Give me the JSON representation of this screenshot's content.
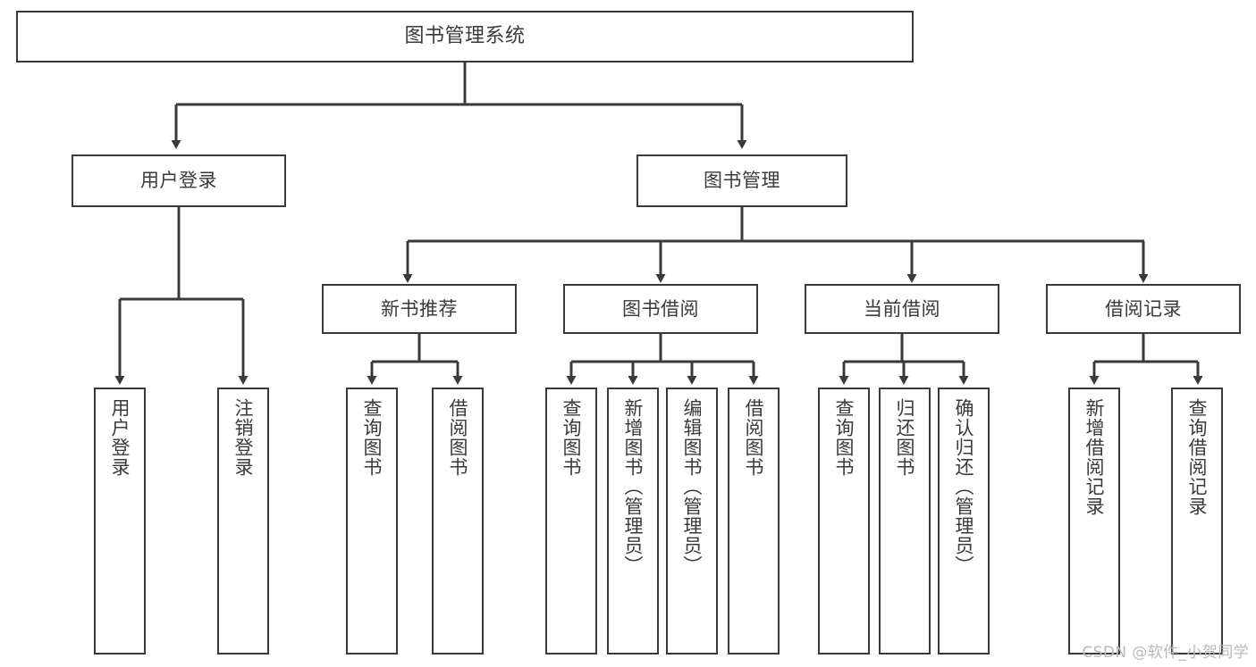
{
  "diagram": {
    "title": "图书管理系统",
    "type": "hierarchy-tree",
    "colors": {
      "stroke": "#3a3a3a",
      "fill": "#ffffff",
      "text": "#3a3a3a",
      "watermark": "#b9b9b9"
    },
    "levels": {
      "root": {
        "label": "图书管理系统"
      },
      "level1": [
        {
          "label": "用户登录"
        },
        {
          "label": "图书管理"
        }
      ],
      "level2": [
        {
          "label": "新书推荐"
        },
        {
          "label": "图书借阅"
        },
        {
          "label": "当前借阅"
        },
        {
          "label": "借阅记录"
        }
      ],
      "leaves": [
        {
          "label": "用户登录",
          "parent": "用户登录"
        },
        {
          "label": "注销登录",
          "parent": "用户登录"
        },
        {
          "label": "查询图书",
          "parent": "新书推荐"
        },
        {
          "label": "借阅图书",
          "parent": "新书推荐"
        },
        {
          "label": "查询图书",
          "parent": "图书借阅"
        },
        {
          "label": "新增图书（管理员）",
          "parent": "图书借阅"
        },
        {
          "label": "编辑图书（管理员）",
          "parent": "图书借阅"
        },
        {
          "label": "借阅图书",
          "parent": "图书借阅"
        },
        {
          "label": "查询图书",
          "parent": "当前借阅"
        },
        {
          "label": "归还图书",
          "parent": "当前借阅"
        },
        {
          "label": "确认归还（管理员）",
          "parent": "当前借阅"
        },
        {
          "label": "新增借阅记录",
          "parent": "借阅记录"
        },
        {
          "label": "查询借阅记录",
          "parent": "借阅记录"
        }
      ]
    }
  },
  "watermark": {
    "text": "CSDN @软件_小贺同学"
  }
}
